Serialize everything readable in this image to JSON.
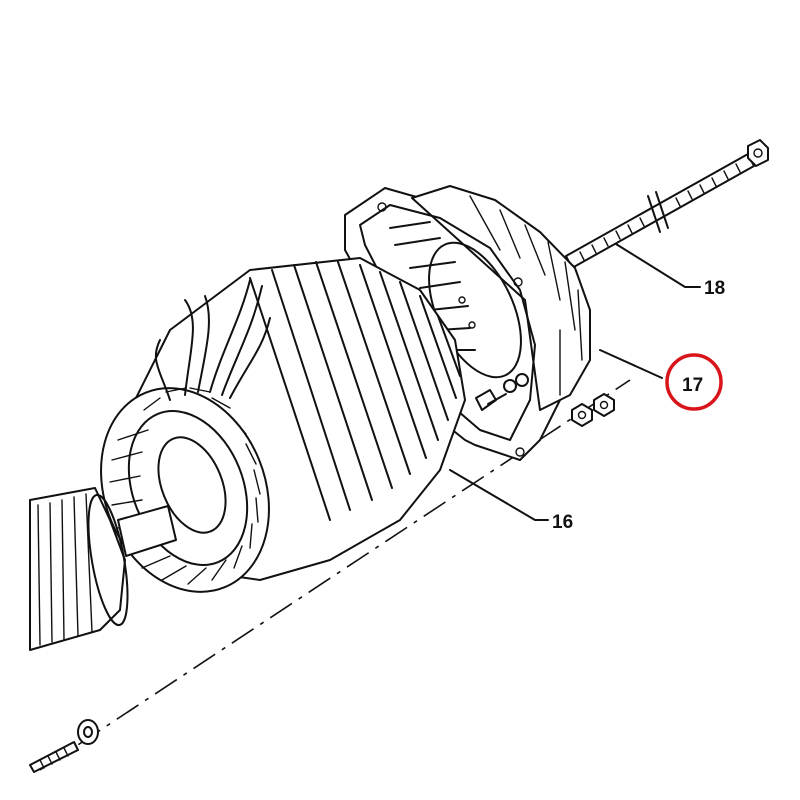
{
  "callouts": [
    {
      "id": "16",
      "label": "16"
    },
    {
      "id": "17",
      "label": "17",
      "highlighted": true
    },
    {
      "id": "18",
      "label": "18"
    }
  ],
  "colors": {
    "line": "#111111",
    "highlight": "#d9141b",
    "background": "#ffffff"
  }
}
